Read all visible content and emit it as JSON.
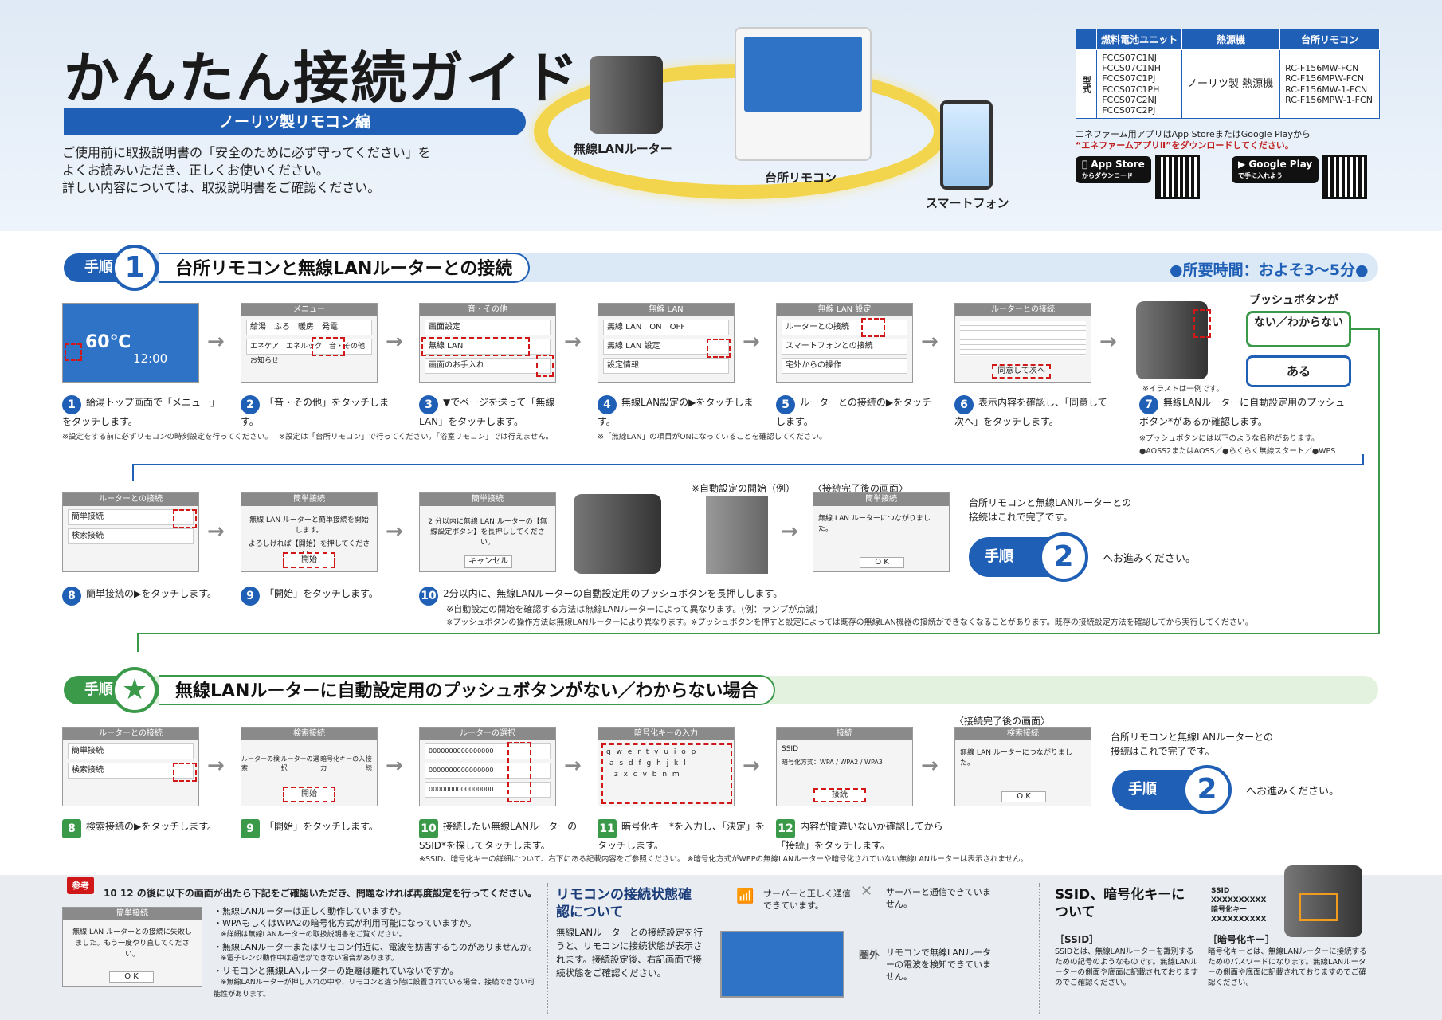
{
  "header": {
    "title": "かんたん接続ガイド",
    "subtitle": "ノーリツ製リモコン編",
    "intro": [
      "ご使用前に取扱説明書の「安全のために必ず守ってください」を",
      "よくお読みいただき、正しくお使いください。",
      "詳しい内容については、取扱説明書をご確認ください。"
    ],
    "device_labels": {
      "router": "無線LANルーター",
      "remote": "台所リモコン",
      "phone": "スマートフォン"
    }
  },
  "spec_table": {
    "headers": [
      "燃料電池ユニット",
      "熱源機",
      "台所リモコン"
    ],
    "row_label": "型式",
    "col1": [
      "FCCS07C1NJ",
      "FCCS07C1NH",
      "FCCS07C1PJ",
      "FCCS07C1PH",
      "FCCS07C2NJ",
      "FCCS07C2PJ"
    ],
    "col2": "ノーリツ製 熱源機",
    "col3": [
      "RC-F156MW-FCN",
      "RC-F156MPW-FCN",
      "RC-F156MW-1-FCN",
      "RC-F156MPW-1-FCN"
    ]
  },
  "app": {
    "line1": "エネファーム用アプリはApp StoreまたはGoogle Playから",
    "line2": "“エネファームアプリⅡ”をダウンロードしてください。",
    "appstore": "App Store",
    "appstore_sub": "からダウンロード",
    "googleplay": "Google Play",
    "googleplay_sub": "で手に入れよう"
  },
  "section1": {
    "pill": "手順",
    "num": "1",
    "title": "台所リモコンと無線LANルーターとの接続",
    "time": "●所要時間：およそ3〜5分●",
    "screens": [
      {
        "bar": "",
        "rows": [
          "60℃",
          "12:00"
        ]
      },
      {
        "bar": "メニュー",
        "rows": [
          "給湯　ふろ　暖房　発電",
          "エネケア　エネルック　音・その他　お知らせ"
        ]
      },
      {
        "bar": "音・その他",
        "rows": [
          "画面設定",
          "無線 LAN",
          "画面のお手入れ"
        ]
      },
      {
        "bar": "無線 LAN",
        "rows": [
          "無線 LAN　ON　OFF",
          "無線 LAN 設定",
          "設定情報"
        ]
      },
      {
        "bar": "無線 LAN 設定",
        "rows": [
          "ルーターとの接続",
          "スマートフォンとの接続",
          "宅外からの操作"
        ]
      },
      {
        "bar": "ルーターとの接続",
        "rows": [
          "同意して次へ"
        ]
      }
    ],
    "steps": [
      {
        "num": "1",
        "text": "給湯トップ画面で「メニュー」をタッチします。"
      },
      {
        "num": "2",
        "text": "「音・その他」をタッチします。"
      },
      {
        "num": "3",
        "text": "▼でページを送って「無線LAN」をタッチします。"
      },
      {
        "num": "4",
        "text": "無線LAN設定の▶をタッチします。"
      },
      {
        "num": "5",
        "text": "ルーターとの接続の▶をタッチします。"
      },
      {
        "num": "6",
        "text": "表示内容を確認し、「同意して次へ」をタッチします。"
      },
      {
        "num": "7",
        "text": "無線LANルーターに自動設定用のプッシュボタン*があるか確認します。"
      }
    ],
    "push_question": "プッシュボタンが",
    "push_no": "ない／わからない",
    "push_yes": "ある",
    "illust_note": "※イラストは一例です。",
    "push_note": "※プッシュボタンには以下のような名称があります。",
    "push_names": "●AOSS2またはAOSS／●らくらく無線スタート／●WPS",
    "notes": [
      "※設定をする前に必ずリモコンの時刻設定を行ってください。",
      "※設定は「台所リモコン」で行ってください。「浴室リモコン」では行えません。",
      "※「無線LAN」の項目がONになっていることを確認してください。"
    ]
  },
  "section1b": {
    "screens": [
      {
        "bar": "ルーターとの接続",
        "rows": [
          "簡単接続",
          "検索接続"
        ]
      },
      {
        "bar": "簡単接続",
        "rows": [
          "無線 LAN ルーターと簡単接続を開始します。",
          "よろしければ【開始】を押してください。",
          "開始"
        ]
      },
      {
        "bar": "簡単接続",
        "rows": [
          "2 分以内に無線 LAN ルーターの【無線設定ボタン】を長押ししてください。",
          "キャンセル"
        ]
      }
    ],
    "auto_label": "※自動設定の開始（例）",
    "done_label": "〈接続完了後の画面〉",
    "done_screen": {
      "bar": "簡単接続",
      "text": "無線 LAN ルーターにつながりました。",
      "ok": "O K"
    },
    "done_text": [
      "台所リモコンと無線LANルーターとの",
      "接続はこれで完了です。"
    ],
    "next_pill": "手順",
    "next_num": "2",
    "next_text": "へお進みください。",
    "steps": [
      {
        "num": "8",
        "text": "簡単接続の▶をタッチします。"
      },
      {
        "num": "9",
        "text": "「開始」をタッチします。"
      },
      {
        "num": "10",
        "text": "2分以内に、無線LANルーターの自動設定用のプッシュボタンを長押しします。"
      }
    ],
    "notes": [
      "※自動設定の開始を確認する方法は無線LANルーターによって異なります。(例：ランプが点滅)",
      "※プッシュボタンの操作方法は無線LANルーターにより異なります。※プッシュボタンを押すと設定によっては既存の無線LAN機器の接続ができなくなることがあります。既存の接続設定方法を確認してから実行してください。"
    ]
  },
  "section2": {
    "pill": "手順",
    "title": "無線LANルーターに自動設定用のプッシュボタンがない／わからない場合",
    "screens": [
      {
        "bar": "ルーターとの接続",
        "rows": [
          "簡単接続",
          "検索接続"
        ]
      },
      {
        "bar": "検索接続",
        "rows": [
          "ルーターの検索",
          "ルーターの選択",
          "暗号化キーの入力",
          "接続",
          "開始"
        ]
      },
      {
        "bar": "ルーターの選択",
        "rows": [
          "0000000000000000",
          "0000000000000000",
          "0000000000000000"
        ]
      },
      {
        "bar": "暗号化キーの入力",
        "rows": [
          "q w e r t y u i o p",
          "a s d f g h j k l",
          "z x c v b n m"
        ]
      },
      {
        "bar": "接続",
        "rows": [
          "SSID",
          "暗号化方式：WPA / WPA2 / WPA3",
          "接続"
        ]
      },
      {
        "bar": "検索接続",
        "rows": [
          "無線 LAN ルーターにつながりました。",
          "O K"
        ]
      }
    ],
    "done_label": "〈接続完了後の画面〉",
    "done_text": [
      "台所リモコンと無線LANルーターとの",
      "接続はこれで完了です。"
    ],
    "next_pill": "手順",
    "next_num": "2",
    "next_text": "へお進みください。",
    "steps": [
      {
        "num": "8",
        "text": "検索接続の▶をタッチします。"
      },
      {
        "num": "9",
        "text": "「開始」をタッチします。"
      },
      {
        "num": "10",
        "text": "接続したい無線LANルーターのSSID*を探してタッチします。"
      },
      {
        "num": "11",
        "text": "暗号化キー*を入力し、「決定」をタッチします。"
      },
      {
        "num": "12",
        "text": "内容が間違いないか確認してから「接続」をタッチします。"
      }
    ],
    "note": "※SSID、暗号化キーの詳細について、右下にある記載内容をご参照ください。 ※暗号化方式がWEPの無線LANルーターや暗号化されていない無線LANルーターは表示されません。"
  },
  "footer": {
    "ref_tag": "参考",
    "ref_title": "10 12 の後に以下の画面が出たら下記をご確認いただき、問題なければ再度設定を行ってください。",
    "ref_screen": {
      "bar": "簡単接続",
      "text": "無線 LAN ルーターとの接続に失敗しました。もう一度やり直してください。",
      "ok": "O K"
    },
    "ref_items": [
      "・無線LANルーターは正しく動作していますか。",
      "・WPAもしくはWPA2の暗号化方式が利用可能になっていますか。",
      "　※詳細は無線LANルーターの取扱説明書をご覧ください。",
      "・無線LANルーターまたはリモコン付近に、電波を妨害するものがありませんか。",
      "　※電子レンジ動作中は通信ができない場合があります。",
      "・リモコンと無線LANルーターの距離は離れていないですか。",
      "　※無線LANルーターが押し入れの中や、リモコンと違う階に設置されている場合、接続できない可能性があります。"
    ],
    "status_title": "リモコンの接続状態確認について",
    "status_text": "無線LANルーターとの接続設定を行うと、リモコンに接続状態が表示されます。接続設定後、右記画面で接続状態をご確認ください。",
    "status_ok": "サーバーと正しく通信できています。",
    "status_ok2": "サーバーと通信できていません。",
    "status_out": "圏外",
    "status_out_text": "リモコンで無線LANルーターの電波を検知できていません。",
    "ssid_title": "SSID、暗号化キーについて",
    "ssid_head": "［SSID］",
    "ssid_text": "SSIDとは、無線LANルーターを識別するための記号のようなものです。無線LANルーターの側面や底面に記載されておりますのでご確認ください。",
    "key_head": "［暗号化キー］",
    "key_text": "暗号化キーとは、無線LANルーターに接続するためのパスワードになります。無線LANルーターの側面や底面に記載されておりますのでご確認ください。",
    "ssid_sample": "SSID XXXXXXXXXX",
    "key_sample": "暗号化キー XXXXXXXXXX"
  }
}
